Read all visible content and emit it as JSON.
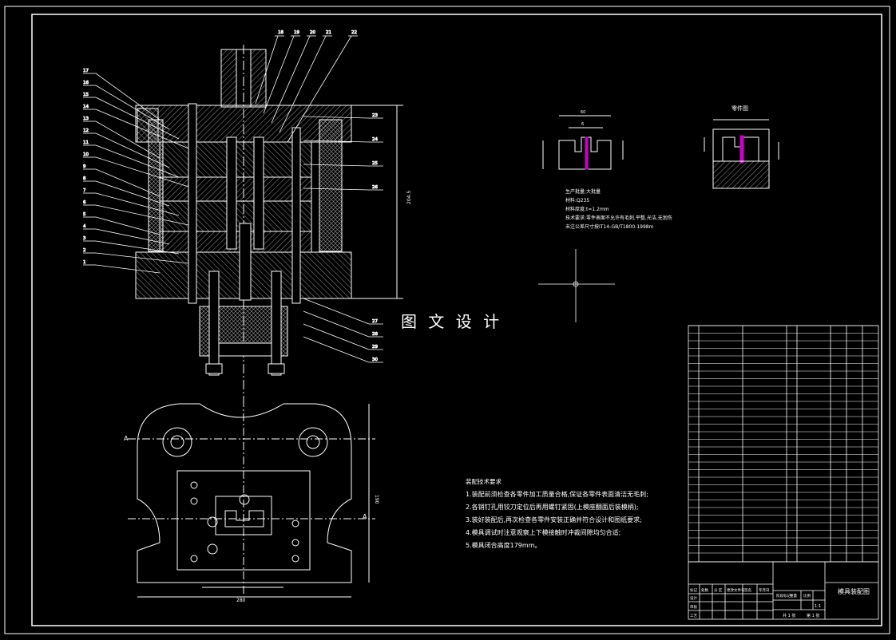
{
  "watermark": "图 文 设 计",
  "section_label": "A",
  "part_drawing_title": "零件图",
  "part_material_notes": [
    "生产批量:大批量",
    "材料:Q235",
    "材料厚度:t=1.2mm",
    "技术要求:零件表面不允许有毛刺,平整,光洁,无划伤",
    "未注公差尺寸按IT14-GB/T1800-1998m"
  ],
  "tech_requirements": {
    "title": "装配技术要求",
    "items": [
      "1.装配前须检查各零件加工质量合格,保证各零件表面清洁无毛刺;",
      "2.各销钉孔用铰刀定位后再用螺钉紧固(上模座翻面后装模柄);",
      "3.装好装配后,再次检查各零件安装正确并符合设计和图纸要求;",
      "4.模具调试时注意观察上下模接触时冲裁间隙均匀合适;",
      "5.模具闭合高度179mm。"
    ]
  },
  "callouts_left": [
    "17",
    "16",
    "15",
    "14",
    "13",
    "12",
    "11",
    "10",
    "9",
    "8",
    "7",
    "6",
    "5",
    "4",
    "3",
    "2",
    "1"
  ],
  "callouts_top": [
    "18",
    "19",
    "20",
    "21",
    "22"
  ],
  "callouts_right": [
    "23",
    "24",
    "25",
    "26",
    "27",
    "28",
    "29",
    "30"
  ],
  "dimensions": {
    "closed_height": "204.5",
    "plate_width": "280",
    "plate_height": "190",
    "strip_w1": "6",
    "strip_w2": "60"
  },
  "title_block": {
    "drawing_name": "模具装配图",
    "scale": "1:1",
    "sheet_total": "共 1 张",
    "sheet_index": "第 1 张",
    "headers": [
      "标记",
      "处数",
      "分 区",
      "更改文件号",
      "签名",
      "年月日"
    ],
    "roles": [
      "设计",
      "审核",
      "工艺"
    ],
    "stage_labels": [
      "阶段标记",
      "重量",
      "比例"
    ]
  },
  "colors": {
    "line": "#ffffff",
    "hatch": "#c8c8c8",
    "accent": "#ff00ff",
    "background": "#000000"
  }
}
